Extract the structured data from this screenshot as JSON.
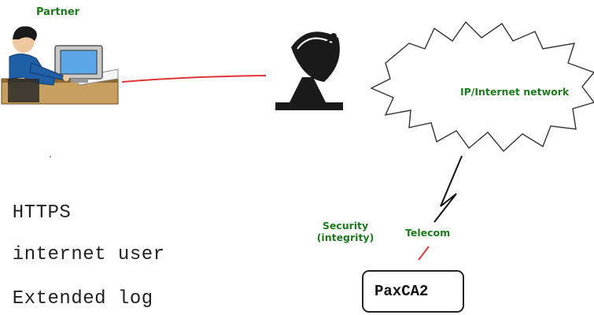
{
  "labels": {
    "partner": "Partner",
    "network": "IP/Internet network",
    "security": "Security\n(integrity)",
    "telecom": "Telecom",
    "pax_box": "PaxCA2"
  },
  "text_lines": [
    "e HTTPS",
    "1 internet user",
    ", Extended log"
  ],
  "colors": {
    "label_green": "#1f7a1f",
    "link_red": "#e0353a",
    "cloud_stroke": "#333333",
    "figure_blue": "#1f5fa6"
  },
  "icons": {
    "partner": "person-at-computer-icon",
    "antenna": "satellite-dish-icon",
    "cloud": "cloud-network-icon",
    "lightning": "lightning-bolt-icon"
  }
}
